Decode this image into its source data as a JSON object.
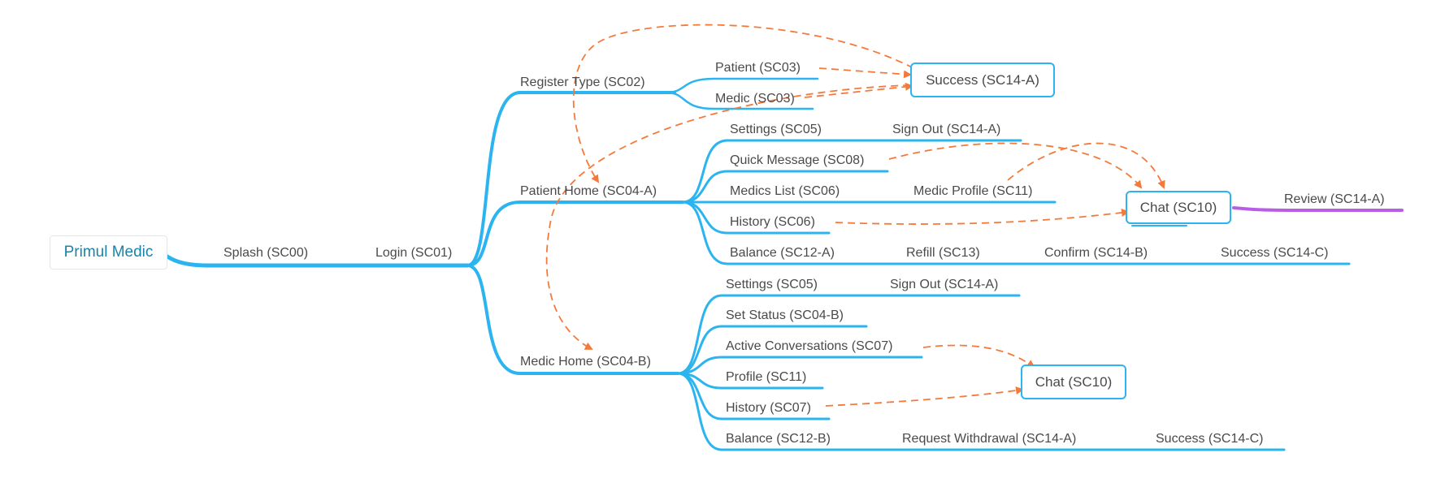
{
  "colors": {
    "branch": "#2bb4f0",
    "arrow": "#f47a3c",
    "purple": "#b85ee6",
    "root_text": "#1a84a8"
  },
  "root": "Primul Medic",
  "nodes": {
    "splash": "Splash (SC00)",
    "login": "Login (SC01)",
    "register_type": "Register Type (SC02)",
    "patient": "Patient (SC03)",
    "medic": "Medic (SC03)",
    "success_a": "Success (SC14-A)",
    "patient_home": "Patient Home (SC04-A)",
    "ph_settings": "Settings (SC05)",
    "ph_signout": "Sign Out (SC14-A)",
    "ph_quick_message": "Quick Message (SC08)",
    "ph_medics_list": "Medics List (SC06)",
    "ph_medic_profile": "Medic Profile (SC11)",
    "ph_history": "History (SC06)",
    "ph_balance": "Balance (SC12-A)",
    "ph_refill": "Refill (SC13)",
    "ph_confirm": "Confirm (SC14-B)",
    "ph_success": "Success (SC14-C)",
    "chat_patient": "Chat (SC10)",
    "review": "Review (SC14-A)",
    "medic_home": "Medic Home (SC04-B)",
    "mh_settings": "Settings (SC05)",
    "mh_signout": "Sign Out (SC14-A)",
    "mh_set_status": "Set Status (SC04-B)",
    "mh_active_conv": "Active Conversations (SC07)",
    "mh_profile": "Profile (SC11)",
    "mh_history": "History (SC07)",
    "mh_balance": "Balance (SC12-B)",
    "mh_withdrawal": "Request Withdrawal (SC14-A)",
    "mh_success": "Success (SC14-C)",
    "chat_medic": "Chat (SC10)"
  }
}
